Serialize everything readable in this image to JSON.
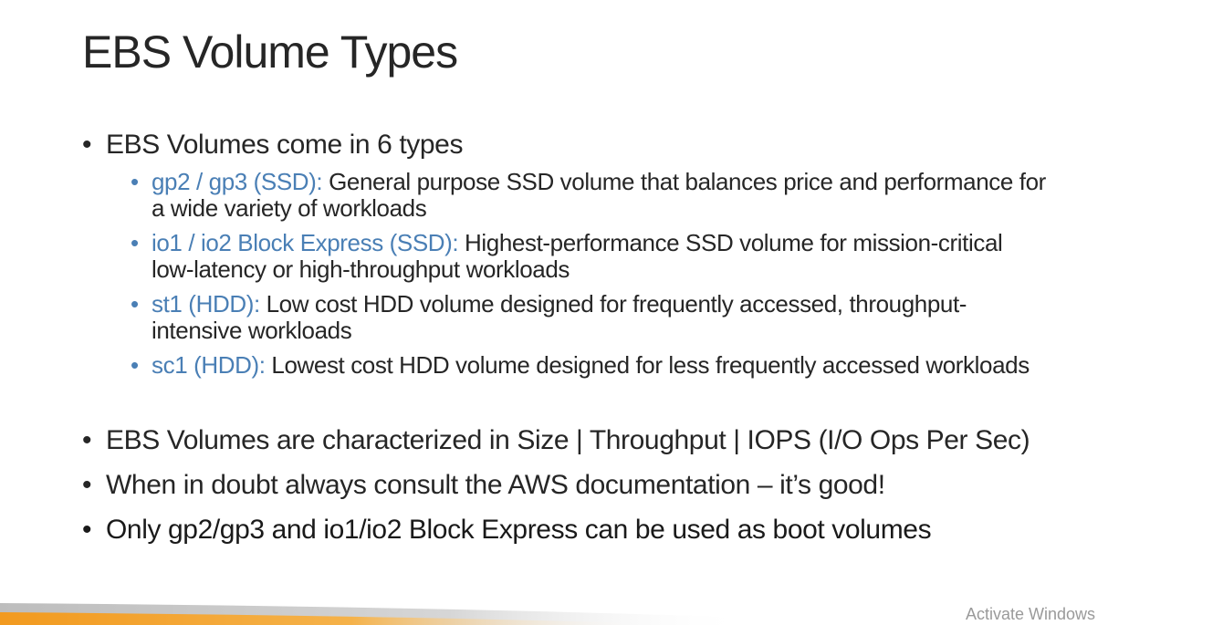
{
  "slide": {
    "title": "EBS Volume Types",
    "bullets": [
      {
        "text": "EBS Volumes come in 6 types"
      },
      {
        "text": "EBS Volumes are characterized in Size | Throughput | IOPS (I/O Ops Per Sec)"
      },
      {
        "text": "When in doubt always consult the AWS documentation – it’s good!"
      },
      {
        "text": "Only gp2/gp3 and io1/io2 Block Express can be used as boot volumes"
      }
    ],
    "sub_bullets": [
      {
        "label": "gp2 / gp3 (SSD):",
        "line1": " General purpose SSD volume that balances price and performance for",
        "line2": "a wide variety of workloads"
      },
      {
        "label": "io1 / io2 Block Express (SSD):",
        "line1": " Highest-performance SSD volume for mission-critical",
        "line2": "low-latency or high-throughput workloads"
      },
      {
        "label": "st1 (HDD):",
        "line1": " Low cost HDD volume designed for frequently accessed, throughput-",
        "line2": "intensive workloads"
      },
      {
        "label": "sc1 (HDD):",
        "line1": " Lowest cost HDD volume designed for less frequently accessed workloads",
        "line2": ""
      }
    ]
  },
  "watermark": "Activate Windows",
  "colors": {
    "text": "#262626",
    "accent": "#4a7fb5",
    "footer_orange": "#f29a1f",
    "footer_grey": "#c9c9c9"
  }
}
